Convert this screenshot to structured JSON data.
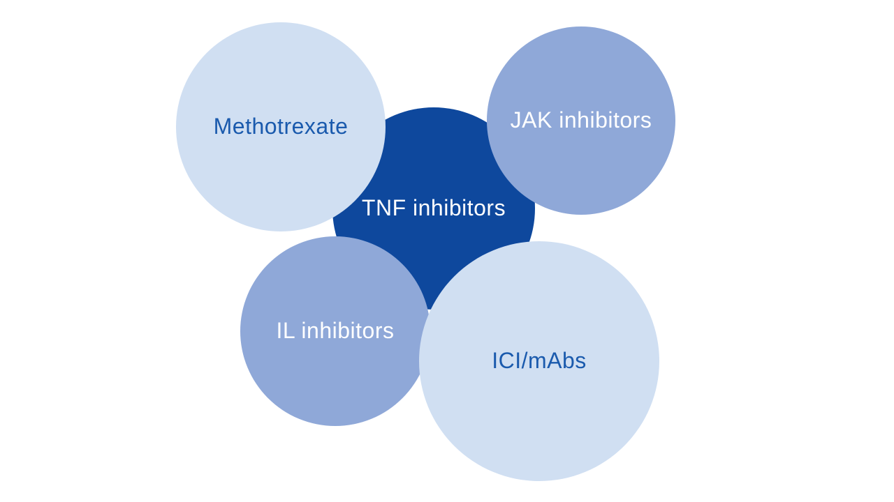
{
  "diagram": {
    "description": "Bubble diagram of immunomodulatory drug classes around central TNF inhibitors circle",
    "background_color": "#ffffff",
    "colors": {
      "dark_navy": "#0E489D",
      "medium_blue": "#8FA8D8",
      "light_blue": "#D0DFF2",
      "dark_label_text": "#1A5AAD",
      "light_label_text": "#ffffff"
    },
    "nodes": [
      {
        "id": "tnf",
        "label": "TNF inhibitors",
        "position": "center",
        "fill": "#0E489D",
        "text_color": "#ffffff"
      },
      {
        "id": "methotrexate",
        "label": "Methotrexate",
        "position": "top-left",
        "fill": "#D0DFF2",
        "text_color": "#1A5AAD"
      },
      {
        "id": "jak",
        "label": "JAK inhibitors",
        "position": "top-right",
        "fill": "#8FA8D8",
        "text_color": "#ffffff"
      },
      {
        "id": "il",
        "label": "IL inhibitors",
        "position": "bottom-left",
        "fill": "#8FA8D8",
        "text_color": "#ffffff"
      },
      {
        "id": "ici",
        "label": "ICI/mAbs",
        "position": "bottom-right",
        "fill": "#D0DFF2",
        "text_color": "#1A5AAD"
      }
    ]
  }
}
